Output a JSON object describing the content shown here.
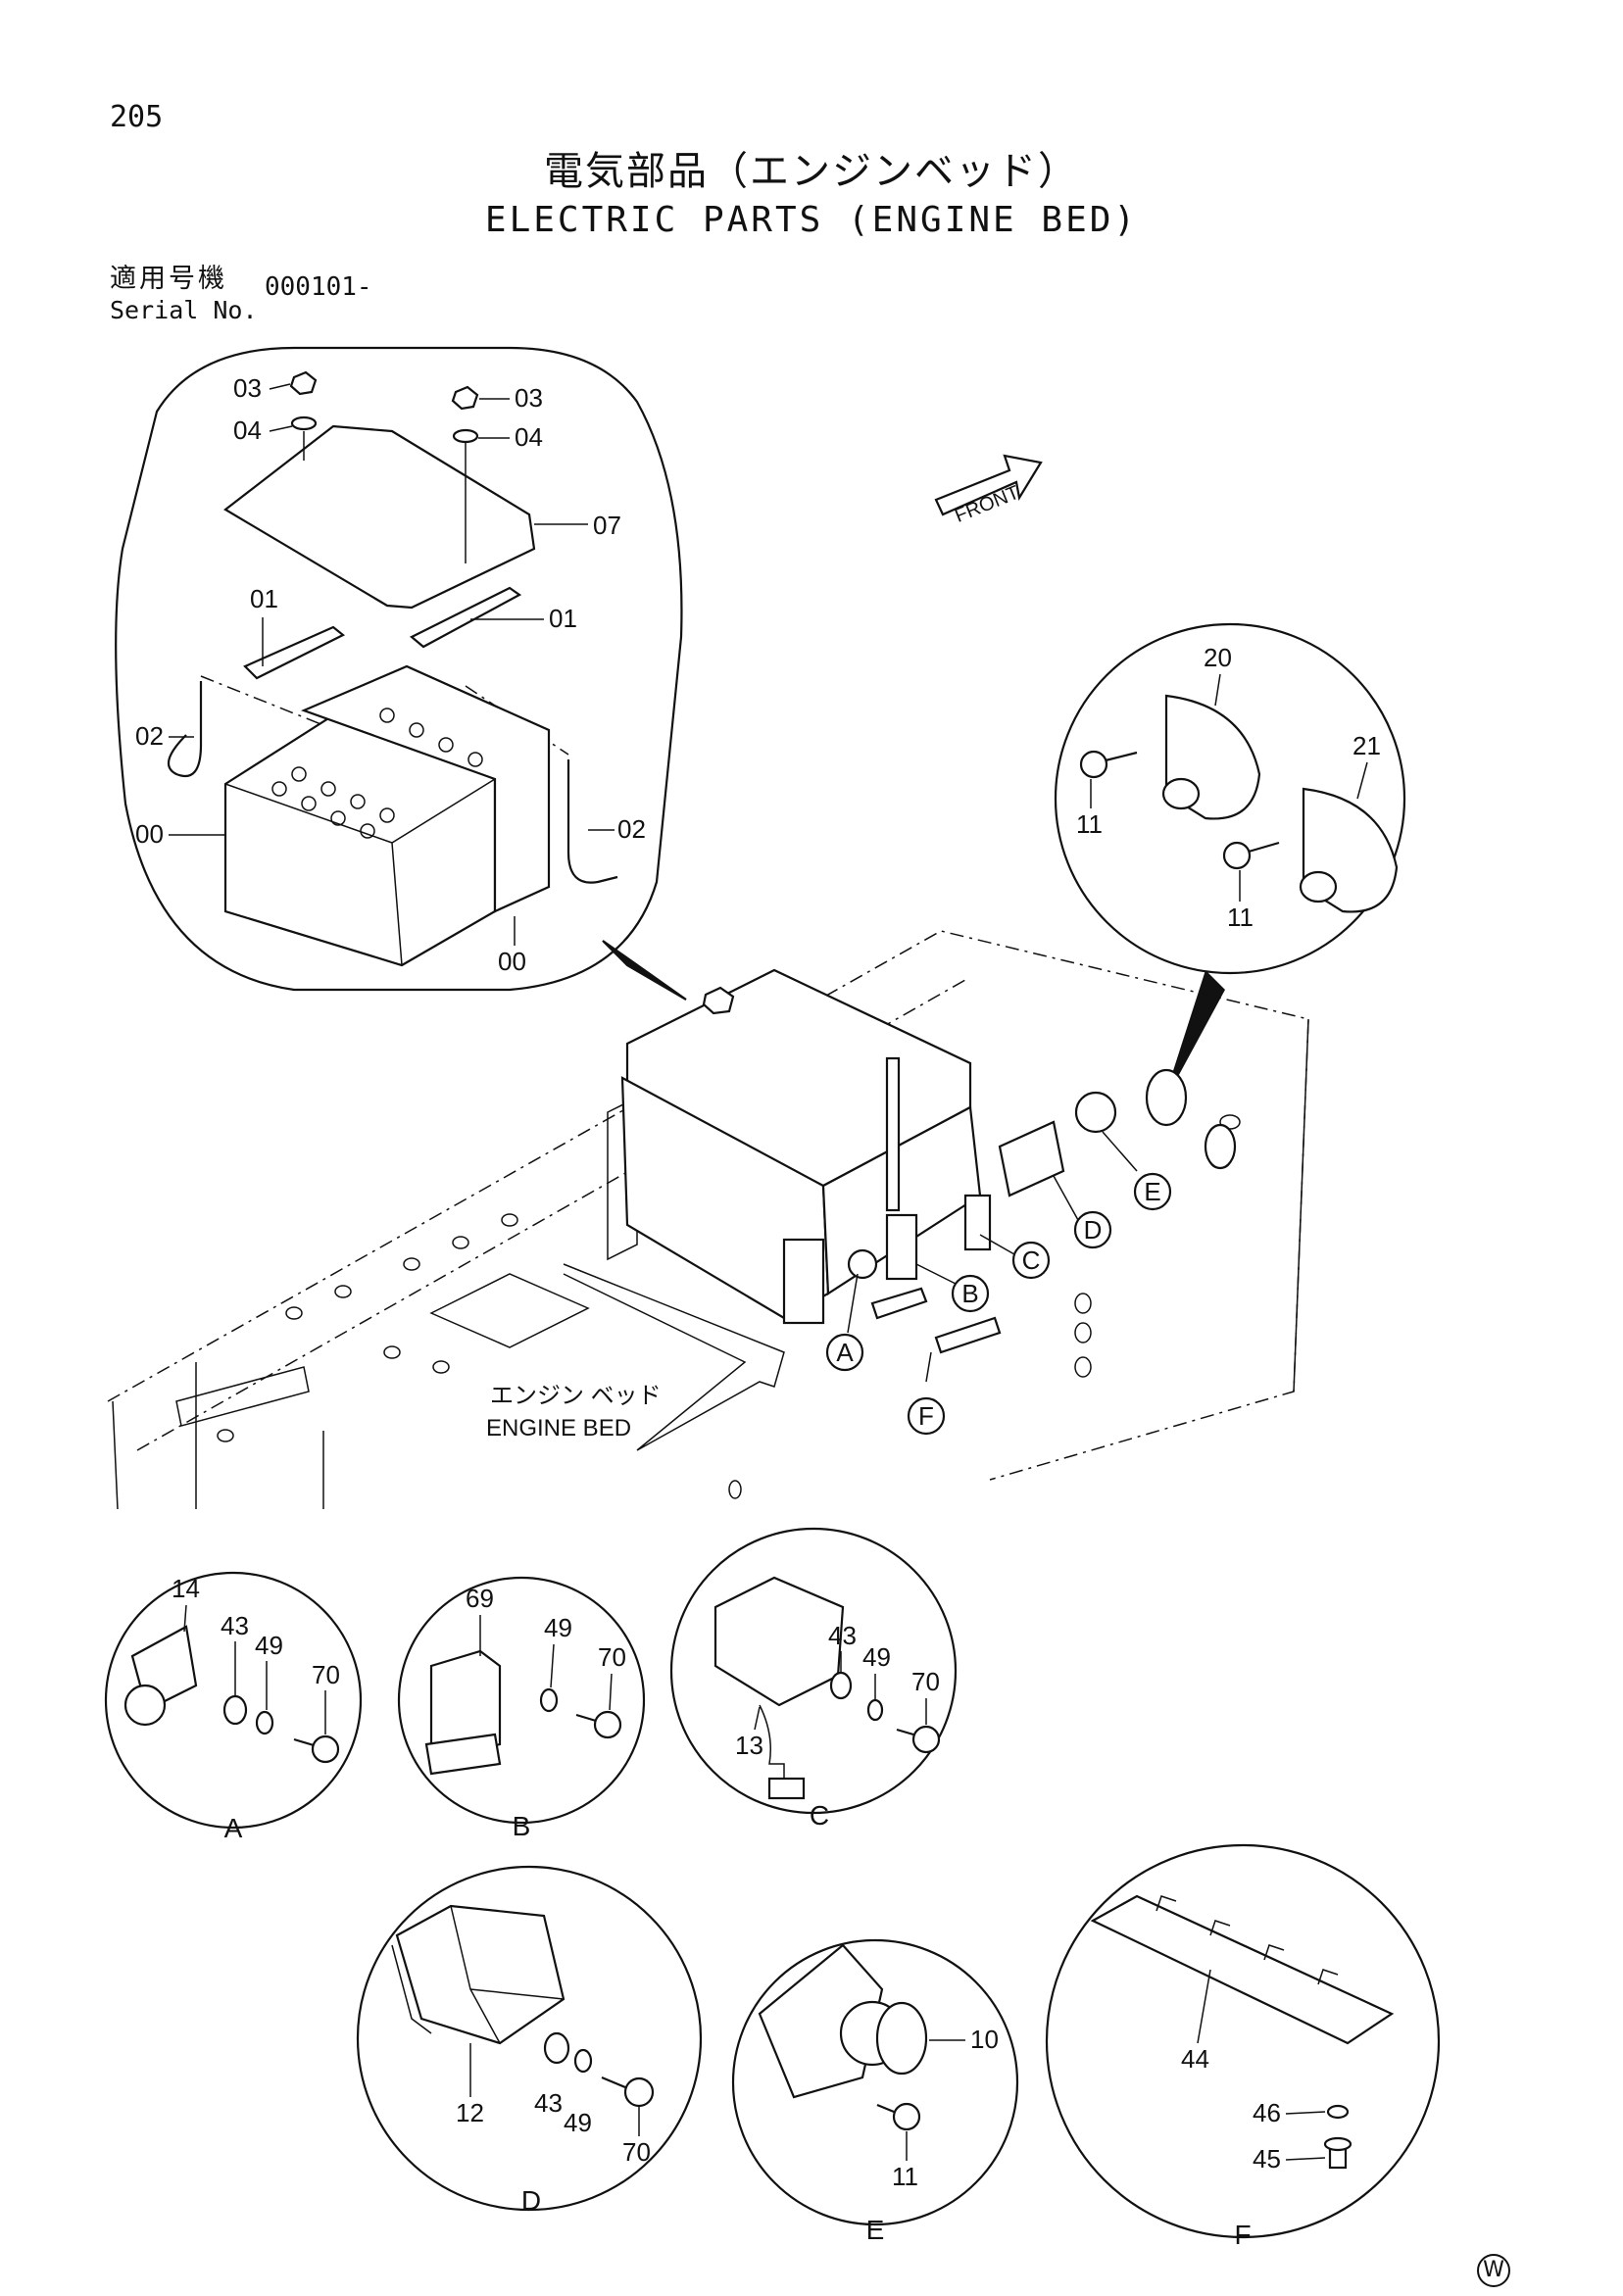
{
  "header": {
    "page_number": "205",
    "title_jp": "電気部品（エンジンベッド）",
    "title_en": "ELECTRIC PARTS (ENGINE BED)",
    "serial_label_jp": "適用号機",
    "serial_label_en": "Serial No.",
    "serial_value": "000101-"
  },
  "front_marker": "FRONT",
  "engine_bed_label_jp": "エンジン ベッド",
  "engine_bed_label_en": "ENGINE BED",
  "callout_letters": [
    "A",
    "B",
    "C",
    "D",
    "E",
    "F"
  ],
  "battery_detail": {
    "labels": [
      "03",
      "04",
      "03",
      "04",
      "07",
      "01",
      "01",
      "02",
      "02",
      "00",
      "00"
    ]
  },
  "horn_detail": {
    "labels": [
      "20",
      "21",
      "11",
      "11"
    ]
  },
  "detail_A": {
    "letter": "A",
    "labels": [
      "14",
      "43",
      "49",
      "70"
    ]
  },
  "detail_B": {
    "letter": "B",
    "labels": [
      "69",
      "49",
      "70"
    ]
  },
  "detail_C": {
    "letter": "C",
    "labels": [
      "43",
      "49",
      "70",
      "13"
    ]
  },
  "detail_D": {
    "letter": "D",
    "labels": [
      "12",
      "43",
      "49",
      "70"
    ]
  },
  "detail_E": {
    "letter": "E",
    "labels": [
      "10",
      "11"
    ]
  },
  "detail_F": {
    "letter": "F",
    "labels": [
      "44",
      "46",
      "45"
    ]
  },
  "corner_mark": "W"
}
